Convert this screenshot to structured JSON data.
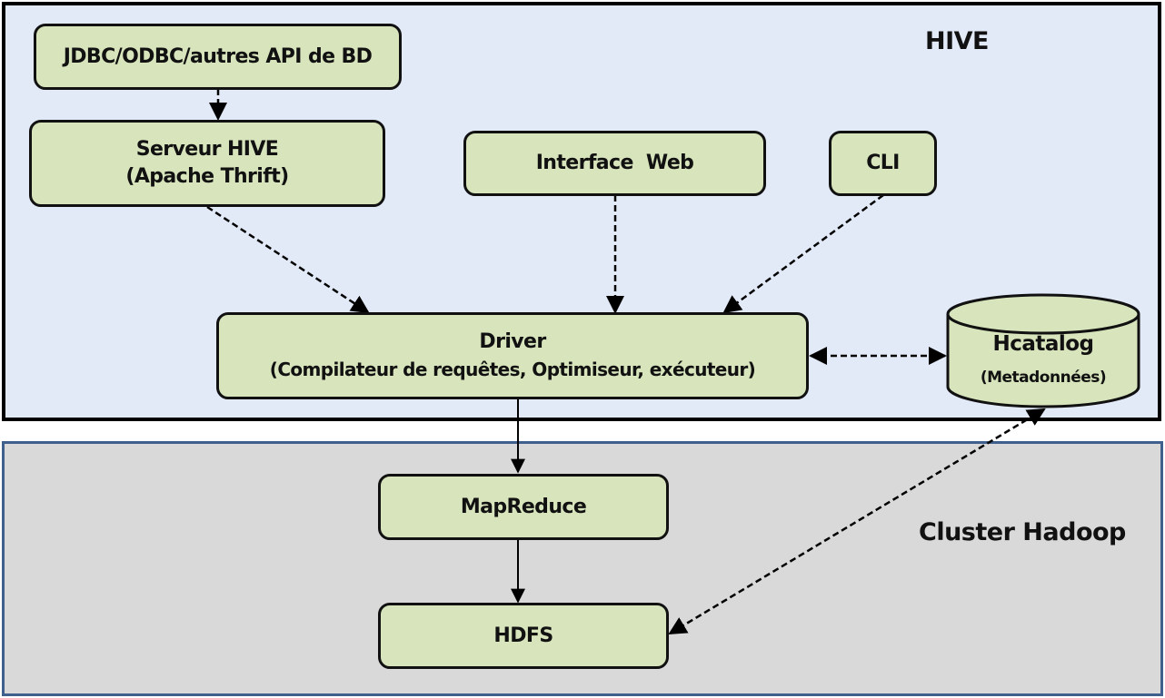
{
  "regions": {
    "hive": {
      "label": "HIVE",
      "background": "#e2eaf8",
      "border": "#000000"
    },
    "cluster": {
      "label": "Cluster Hadoop",
      "background": "#d9d9d9",
      "border": "#3f608c"
    }
  },
  "nodes": {
    "jdbc": {
      "line1": "JDBC/ODBC/autres API de BD"
    },
    "server": {
      "line1": "Serveur HIVE",
      "line2": "(Apache Thrift)"
    },
    "web": {
      "line1": "Interface  Web"
    },
    "cli": {
      "line1": "CLI"
    },
    "driver": {
      "line1": "Driver",
      "line2": "(Compilateur de requêtes, Optimiseur, exécuteur)"
    },
    "hcatalog": {
      "line1": "Hcatalog",
      "line2": "(Metadonnées)"
    },
    "mapreduce": {
      "line1": "MapReduce"
    },
    "hdfs": {
      "line1": "HDFS"
    }
  },
  "colors": {
    "node_fill": "#d7e4bc",
    "node_border": "#111111"
  },
  "edges": [
    {
      "from": "jdbc",
      "to": "server",
      "style": "dashed",
      "direction": "forward"
    },
    {
      "from": "server",
      "to": "driver",
      "style": "dashed",
      "direction": "forward"
    },
    {
      "from": "web",
      "to": "driver",
      "style": "dashed",
      "direction": "forward"
    },
    {
      "from": "cli",
      "to": "driver",
      "style": "dashed",
      "direction": "forward"
    },
    {
      "from": "driver",
      "to": "hcatalog",
      "style": "dashed",
      "direction": "both"
    },
    {
      "from": "driver",
      "to": "mapreduce",
      "style": "solid",
      "direction": "forward"
    },
    {
      "from": "mapreduce",
      "to": "hdfs",
      "style": "solid",
      "direction": "forward"
    },
    {
      "from": "hcatalog",
      "to": "hdfs",
      "style": "dashed",
      "direction": "both"
    }
  ]
}
